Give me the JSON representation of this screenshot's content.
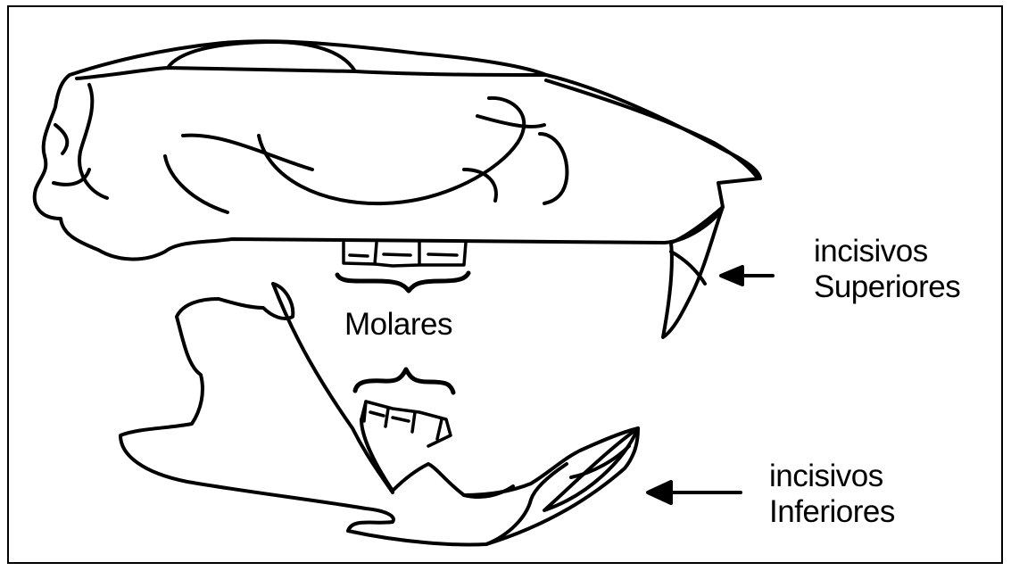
{
  "labels": {
    "molars": "Molares",
    "upper_incisors": [
      "incisivos",
      "Superiores"
    ],
    "lower_incisors": [
      "incisivos",
      "Inferiores"
    ]
  },
  "colors": {
    "line": "#000000",
    "background": "#ffffff"
  }
}
